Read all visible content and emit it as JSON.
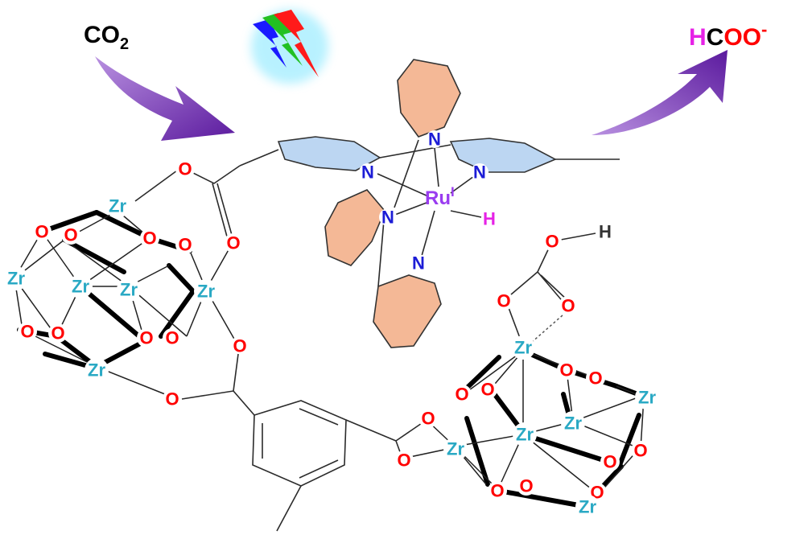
{
  "reactant": {
    "main": "CO",
    "sub": "2",
    "color": "#000000"
  },
  "product": {
    "h": "H",
    "c": "C",
    "o": "OO",
    "charge": "-",
    "h_color": "#e622e6",
    "o_color": "#ff0000"
  },
  "atoms": {
    "zr": "Zr",
    "o": "O",
    "n": "N",
    "ru": "Ru",
    "ru_ox": "I",
    "h": "H"
  },
  "colors": {
    "zr": "#2aa9c4",
    "o": "#ff0000",
    "n": "#1c1cd6",
    "ru": "#9a3cf0",
    "h_hydride": "#e622e6",
    "arrow": "#7a2fb8",
    "pyridine_blue": "#bcd6f2",
    "pyridine_orange": "#f4b896"
  },
  "icons": [
    "light-bolt-icon",
    "reaction-arrow-in",
    "reaction-arrow-out"
  ]
}
